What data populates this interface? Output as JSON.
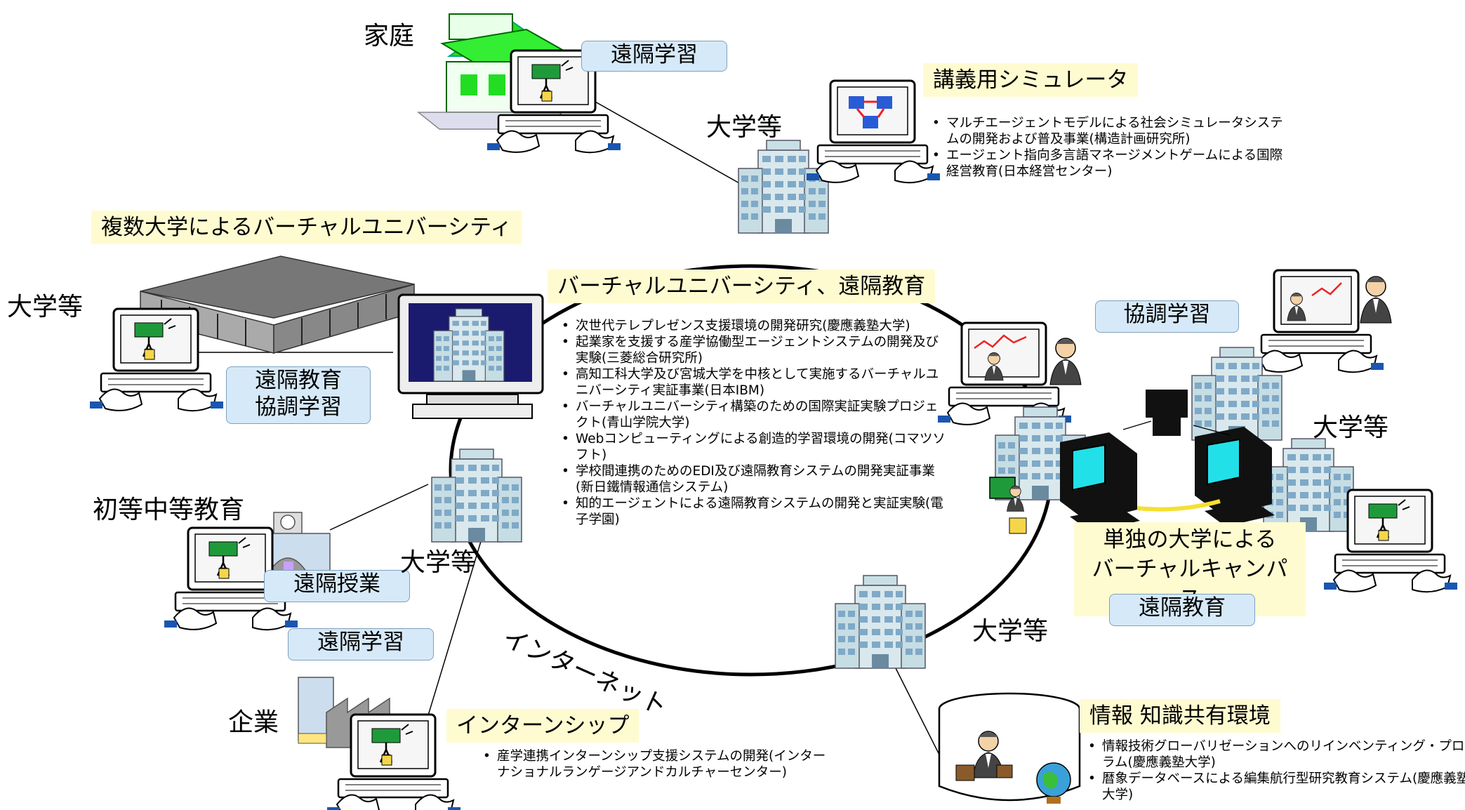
{
  "ring_label": "インターネット",
  "center": {
    "title": "バーチャルユニバーシティ、遠隔教育",
    "items": [
      "次世代テレプレゼンス支援環境の開発研究(慶應義塾大学)",
      "起業家を支援する産学協働型エージェントシステムの開発及び実験(三菱総合研究所)",
      "高知工科大学及び宮城大学を中核として実施するバーチャルユニバーシティ実証事業(日本IBM)",
      "バーチャルユニバーシティ構築のための国際実証実験プロジェクト(青山学院大学)",
      "Webコンピューティングによる創造的学習環境の開発(コマツソフト)",
      "学校間連携のためのEDI及び遠隔教育システムの開発実証事業(新日鐵情報通信システム)",
      "知的エージェントによる遠隔教育システムの開発と実証実験(電子学園)"
    ]
  },
  "home": {
    "label": "家庭",
    "tag": "遠隔学習"
  },
  "simulator": {
    "label": "大学等",
    "title": "講義用シミュレータ",
    "items": [
      "マルチエージェントモデルによる社会シミュレータシステムの開発および普及事業(構造計画研究所)",
      "エージェント指向多言語マネージメントゲームによる国際経営教育(日本経営センター)"
    ]
  },
  "multi_univ": {
    "title": "複数大学によるバーチャルユニバーシティ",
    "label": "大学等",
    "tag_line1": "遠隔教育",
    "tag_line2": "協調学習"
  },
  "collab": {
    "tag": "協調学習",
    "label": "大学等"
  },
  "single": {
    "title_line1": "単独の大学による",
    "title_line2": "バーチャルキャンパス",
    "tag": "遠隔教育"
  },
  "school": {
    "label": "初等中等教育",
    "tag": "遠隔授業"
  },
  "center_univ_label": "大学等",
  "company": {
    "label": "企業",
    "tag": "遠隔学習",
    "title": "インターンシップ",
    "items": [
      "産学連携インターンシップ支援システムの開発(インターナショナルランゲージアンドカルチャーセンター)"
    ]
  },
  "knowledge": {
    "label": "大学等",
    "title": "情報 知識共有環境",
    "items": [
      "情報技術グローバリゼーションへのリインベンティング・プログラム(慶應義塾大学)",
      "暦象データベースによる編集航行型研究教育システム(慶應義塾大学)"
    ]
  },
  "colors": {
    "ring": "#000000",
    "blue_box": "#d6e9f8",
    "yellow_box": "#fffbd0",
    "house_roof": "#22dd22",
    "building": "#a9d0d8",
    "screen": "#22e0e8",
    "dark_screen": "#1a1a6e"
  },
  "icons": [
    "house-icon",
    "computer-icon",
    "building-icon",
    "campus-icon",
    "school-icon",
    "factory-icon",
    "person-icon",
    "cylinder-icon",
    "crt-icon",
    "globe-icon"
  ]
}
